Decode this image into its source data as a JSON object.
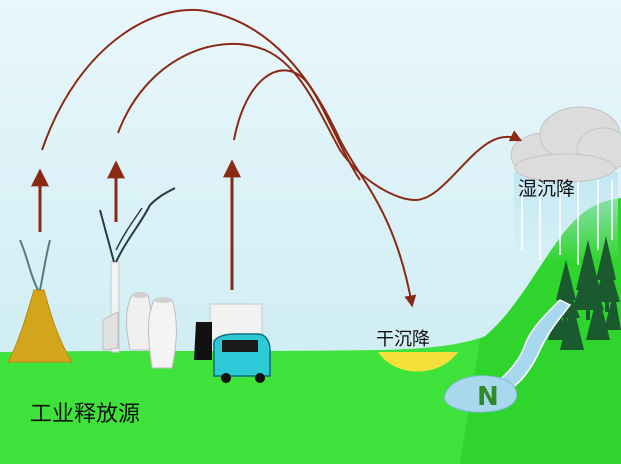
{
  "labels": {
    "source": "工业释放源",
    "dry_deposition": "干沉降",
    "wet_deposition": "湿沉降"
  },
  "symbols": {
    "water_marker": "N"
  },
  "colors": {
    "sky_top": "#e9f7fb",
    "sky_bottom": "#c9ecf3",
    "ground": "#3fe23a",
    "hill": "#2fd52d",
    "path_arrow": "#8b2a14",
    "volcano": "#d3a51a",
    "dry_deposit": "#f4e03a",
    "water": "#a8d8ee",
    "cloud": "#dddddd",
    "trees": "#1a5a2e",
    "truck_cab": "#2ec9d6"
  },
  "icons": [
    "volcano-icon",
    "factory-icon",
    "truck-icon",
    "cloud-icon",
    "tree-icon",
    "water-icon",
    "rain-icon"
  ]
}
